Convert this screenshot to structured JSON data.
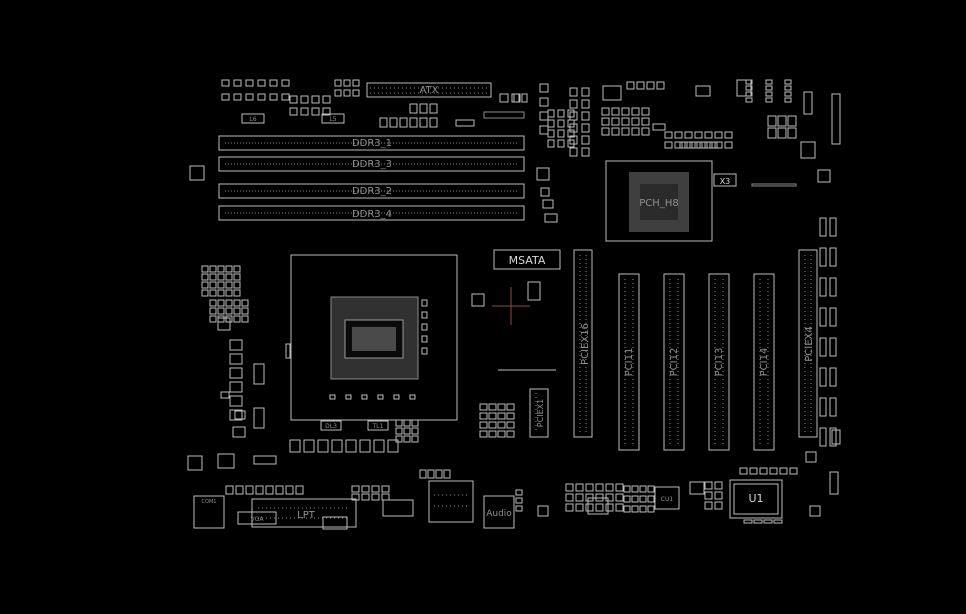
{
  "board": {
    "connector_atx": "ATX",
    "dimm_slots": [
      "DDR3_1",
      "DDR3_3",
      "DDR3_2",
      "DDR3_4"
    ],
    "msata": "MSATA",
    "chipset": "PCH_H8",
    "pci_slots": [
      "PCI11",
      "PCI12",
      "PCI13",
      "PCI14"
    ],
    "pcie_x16": "PCIEX16",
    "pcie_x4": "PCIEX4",
    "pcie_x1": "PCIEX1",
    "lpt": "LPT",
    "audio": "Audio",
    "u1": "U1",
    "x3": "X3",
    "labels": {
      "l6": "L6",
      "l5": "L5",
      "dl3": "DL3",
      "tl1": "TL1",
      "cp1": "COM1",
      "vga": "VGA",
      "cu1": "CU1"
    }
  },
  "colors": {
    "background": "#000000",
    "outline": "#bdbdbd",
    "text": "#d8d8d8"
  }
}
